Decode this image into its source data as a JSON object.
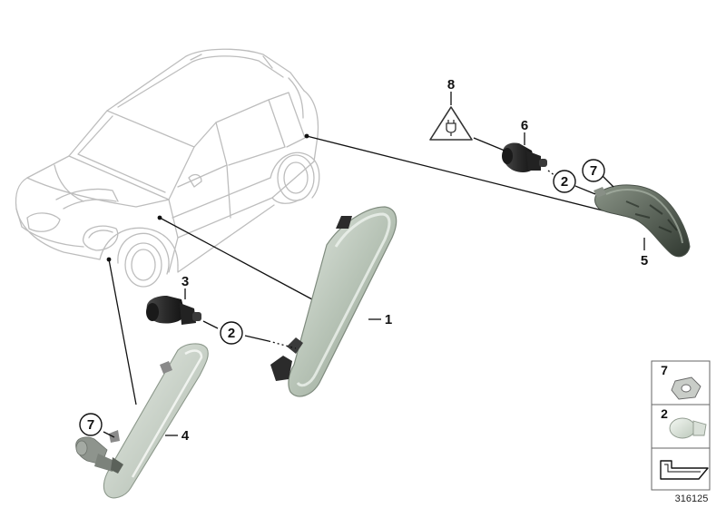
{
  "diagram": {
    "image_id": "316125",
    "callouts": [
      {
        "id": "c1",
        "label": "1"
      },
      {
        "id": "c2a",
        "label": "2"
      },
      {
        "id": "c2b",
        "label": "2"
      },
      {
        "id": "c3",
        "label": "3"
      },
      {
        "id": "c4",
        "label": "4"
      },
      {
        "id": "c5",
        "label": "5"
      },
      {
        "id": "c6",
        "label": "6"
      },
      {
        "id": "c7a",
        "label": "7"
      },
      {
        "id": "c7b",
        "label": "7"
      },
      {
        "id": "c8",
        "label": "8"
      }
    ],
    "legend": [
      {
        "label": "7",
        "icon": "clip-nut-icon"
      },
      {
        "label": "2",
        "icon": "bulb-icon"
      },
      {
        "label": "",
        "icon": "arrow-shield-icon"
      }
    ]
  }
}
